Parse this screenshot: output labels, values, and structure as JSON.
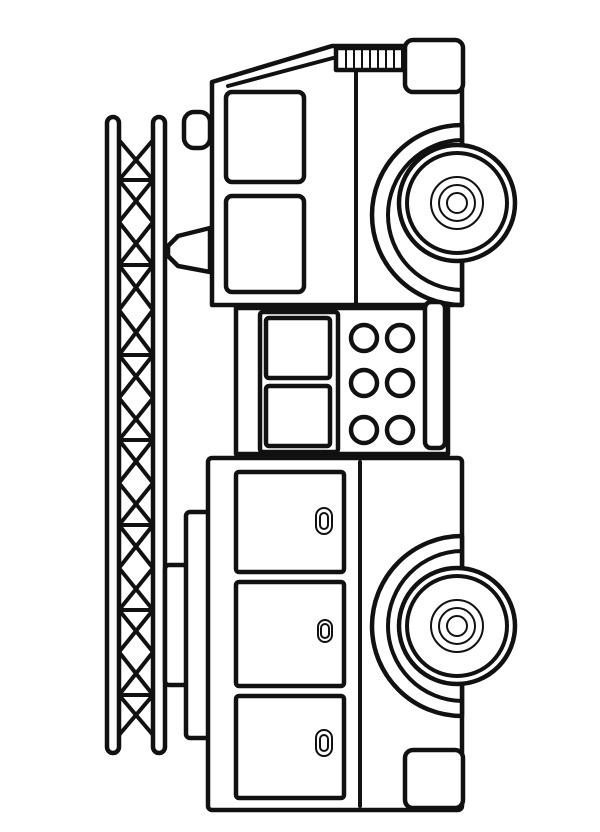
{
  "illustration": {
    "subject": "fire-truck",
    "style": "coloring-page-line-art",
    "orientation": "rotated-90-degrees",
    "colors": {
      "background": "#ffffff",
      "outline": "#111111"
    },
    "ladder_rungs": 7,
    "cab_windows": 2,
    "wheels": 2,
    "side_compartments": 3,
    "panel_knobs": 6
  }
}
